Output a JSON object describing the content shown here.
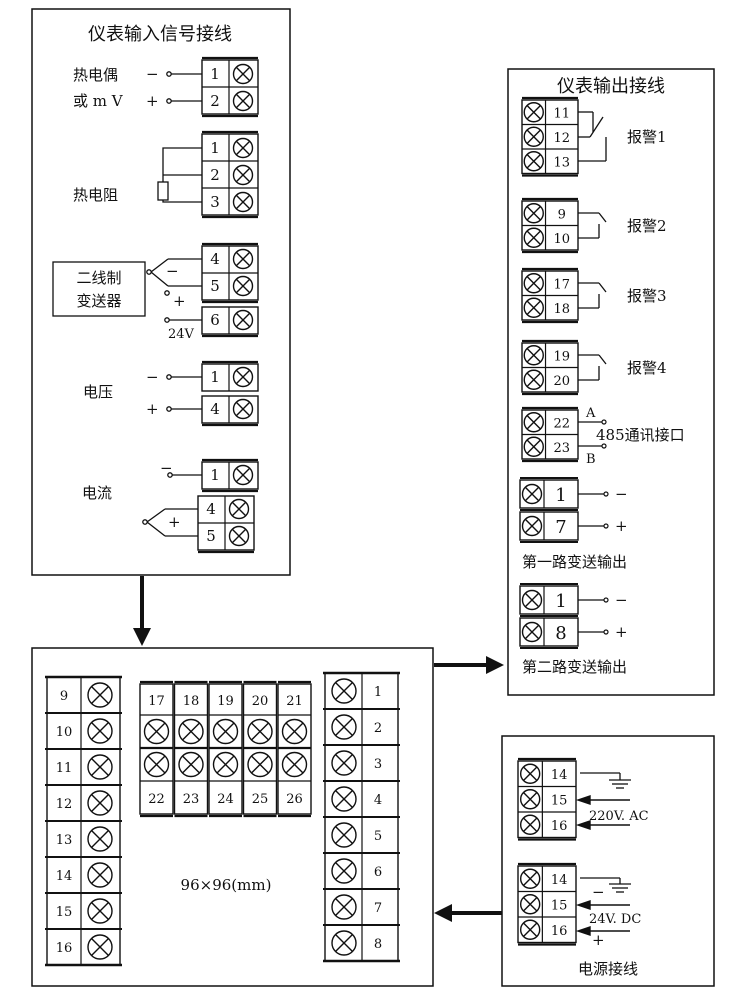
{
  "input_panel": {
    "title": "仪表输入信号接线",
    "tc_label_1": "热电偶",
    "tc_label_2": "或 m V",
    "rtd_label": "热电阻",
    "transmitter_label_1": "二线制",
    "transmitter_label_2": "变送器",
    "v24_label": "24V",
    "voltage_label": "电压",
    "current_label": "电流",
    "minus": "−",
    "plus": "+",
    "tc_terminals": [
      "1",
      "2"
    ],
    "rtd_terminals": [
      "1",
      "2",
      "3"
    ],
    "transmitter_terminals": [
      "4",
      "5",
      "6"
    ],
    "voltage_terminals": [
      "1",
      "4"
    ],
    "current_terminals": [
      "1",
      "4",
      "5"
    ]
  },
  "output_panel": {
    "title": "仪表输出接线",
    "alarm1_label": "报警1",
    "alarm2_label": "报警2",
    "alarm3_label": "报警3",
    "alarm4_label": "报警4",
    "alarm1_terminals": [
      "11",
      "12",
      "13"
    ],
    "alarm2_terminals": [
      "9",
      "10"
    ],
    "alarm3_terminals": [
      "17",
      "18"
    ],
    "alarm4_terminals": [
      "19",
      "20"
    ],
    "comm_terminals": [
      "22",
      "23"
    ],
    "comm_a": "A",
    "comm_b": "B",
    "comm_label": "485通讯接口",
    "tx1_terminals": [
      "1",
      "7"
    ],
    "tx1_label": "第一路变送输出",
    "tx2_terminals": [
      "1",
      "8"
    ],
    "tx2_label": "第二路变送输出",
    "minus": "−",
    "plus": "+"
  },
  "power_panel": {
    "ac_terminals": [
      "14",
      "15",
      "16"
    ],
    "ac_label": "220V. AC",
    "dc_terminals": [
      "14",
      "15",
      "16"
    ],
    "dc_label": "24V. DC",
    "minus": "−",
    "plus": "+",
    "title": "电源接线"
  },
  "main_panel": {
    "left_terminals": [
      "9",
      "10",
      "11",
      "12",
      "13",
      "14",
      "15",
      "16"
    ],
    "right_terminals": [
      "1",
      "2",
      "3",
      "4",
      "5",
      "6",
      "7",
      "8"
    ],
    "top_terminals": [
      "17",
      "18",
      "19",
      "20",
      "21"
    ],
    "bottom_terminals": [
      "22",
      "23",
      "24",
      "25",
      "26"
    ],
    "size_label": "96×96(mm)"
  }
}
